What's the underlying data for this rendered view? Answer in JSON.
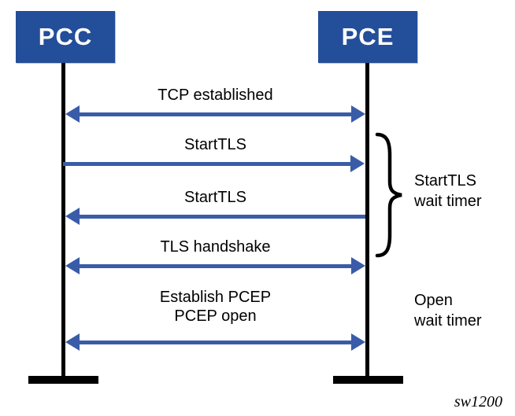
{
  "diagram": {
    "actors": [
      {
        "id": "pcc",
        "label": "PCC"
      },
      {
        "id": "pce",
        "label": "PCE"
      }
    ],
    "messages": [
      {
        "label": "TCP established",
        "from": "PCC",
        "to": "PCE",
        "direction": "bidirectional"
      },
      {
        "label": "StartTLS",
        "from": "PCC",
        "to": "PCE",
        "direction": "right"
      },
      {
        "label": "StartTLS",
        "from": "PCE",
        "to": "PCC",
        "direction": "left"
      },
      {
        "label": "TLS handshake",
        "from": "PCC",
        "to": "PCE",
        "direction": "bidirectional"
      },
      {
        "label_line1": "Establish PCEP",
        "label_line2": "PCEP open",
        "from": "PCC",
        "to": "PCE",
        "direction": "bidirectional"
      }
    ],
    "annotations": [
      {
        "line1": "StartTLS",
        "line2": "wait timer",
        "attached_to": "StartTLS exchange brace"
      },
      {
        "line1": "Open",
        "line2": "wait timer",
        "attached_to": "Establish PCEP exchange"
      }
    ],
    "watermark": "sw1200",
    "colors": {
      "actor_fill": "#234E9A",
      "actor_text": "#FFFFFF",
      "arrow_blue": "#3A5CA8",
      "line_black": "#000000"
    }
  }
}
